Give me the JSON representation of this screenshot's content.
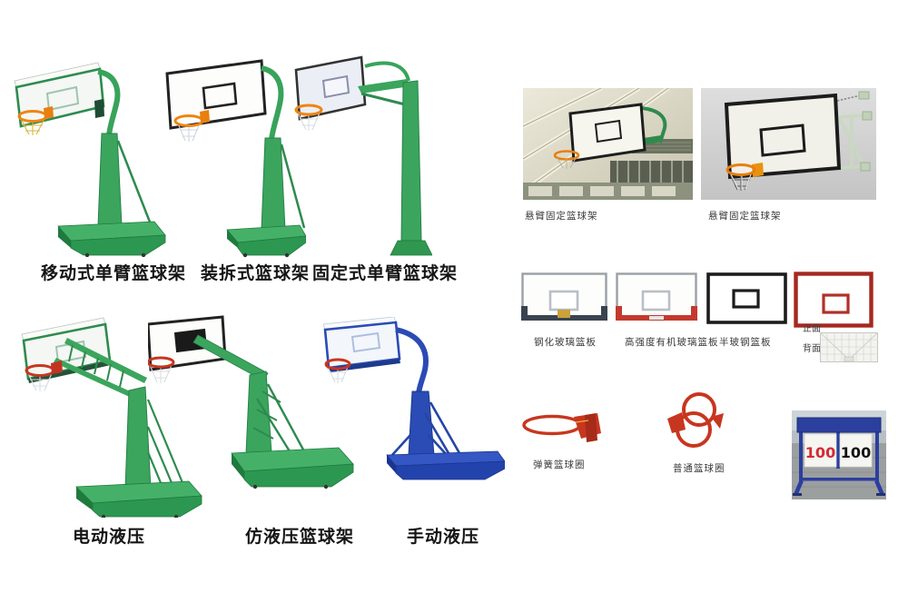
{
  "stands": {
    "row1": [
      {
        "label": "移动式单臂篮球架"
      },
      {
        "label": "装拆式篮球架"
      },
      {
        "label": "固定式单臂篮球架"
      }
    ],
    "row2": [
      {
        "label": "电动液压"
      },
      {
        "label": "仿液压篮球架"
      },
      {
        "label": "手动液压"
      }
    ]
  },
  "wall_mounted": [
    {
      "label": "悬臂固定篮球架"
    },
    {
      "label": "悬臂固定篮球架"
    }
  ],
  "backboards": [
    {
      "label": "钢化玻璃篮板"
    },
    {
      "label": "高强度有机玻璃篮板"
    },
    {
      "label": "半玻钢篮板"
    },
    {
      "front_label": "正面",
      "back_label": "背面"
    }
  ],
  "rims": [
    {
      "label": "弹簧篮球圈"
    },
    {
      "label": "普通篮球圈"
    }
  ],
  "scoreboard": {
    "score_left": "100",
    "score_right": "100"
  },
  "colors": {
    "stand_green": "#3BA55D",
    "stand_blue": "#2B4BB5",
    "rim_orange": "#EE8512",
    "rim_red": "#C8361F",
    "board_red_frame": "#A5281E",
    "scoreboard_blue": "#2B3F9E",
    "score_red": "#D42A35",
    "score_black": "#141414"
  }
}
